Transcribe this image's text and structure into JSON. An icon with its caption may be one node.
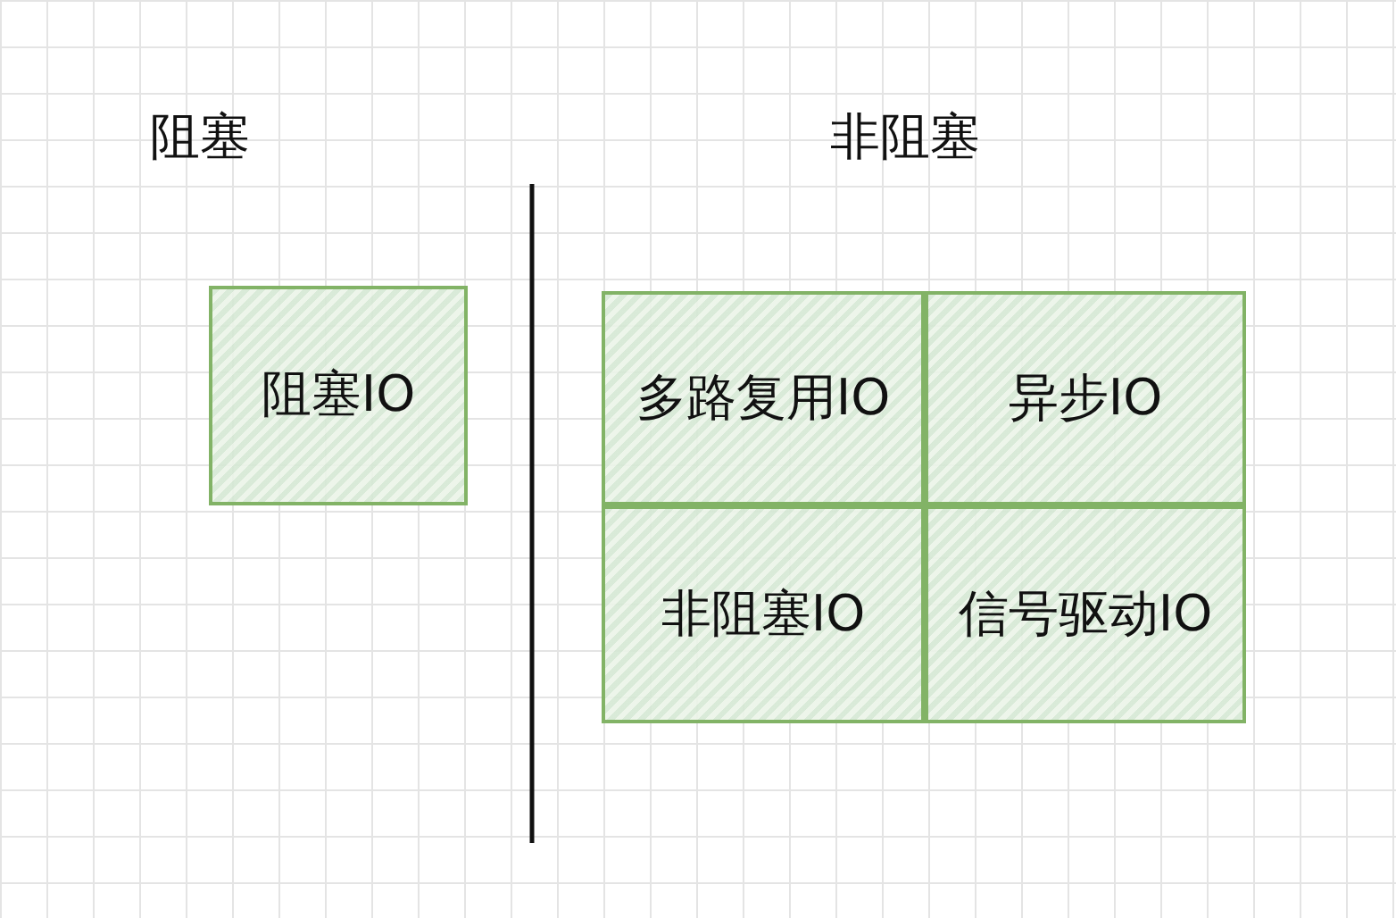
{
  "diagram": {
    "nodes": [
      {
        "text": [
          "阻塞IO"
        ]
      },
      {
        "text": [
          "多路复用IO"
        ]
      },
      {
        "text": [
          "异步IO"
        ]
      },
      {
        "text": [
          "非阻塞IO"
        ]
      },
      {
        "text": [
          "信号驱动IO"
        ]
      }
    ],
    "labels": [
      "阻塞",
      "非阻塞"
    ]
  }
}
